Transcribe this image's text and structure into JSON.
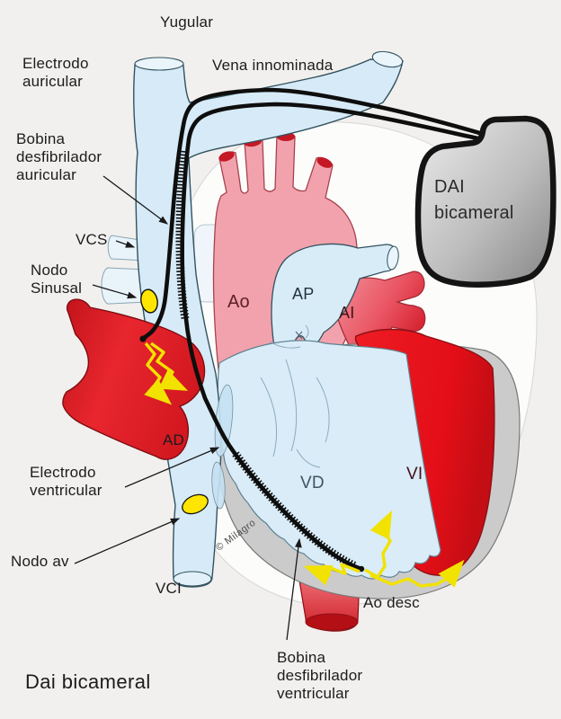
{
  "title": "Dai bicameral",
  "watermark": "© Milagro",
  "device": {
    "label": "DAI\nbicameral"
  },
  "labels": {
    "yugular": "Yugular",
    "vena_innominada": "Vena innominada",
    "electrodo_auricular": "Electrodo\nauricular",
    "bobina_auricular": "Bobina\ndesfibrilador\nauricular",
    "vcs": "VCS",
    "nodo_sinusal": "Nodo\nSinusal",
    "ad": "AD",
    "electrodo_ventricular": "Electrodo\nventricular",
    "nodo_av": "Nodo av",
    "vci": "VCI",
    "ao": "Ao",
    "ap": "AP",
    "ai": "AI",
    "vd": "VD",
    "vi": "VI",
    "ao_desc": "Ao desc",
    "bobina_ventricular": "Bobina\ndesfibrilador\nventricular",
    "dai_bicameral_title": "Dai bicameral"
  },
  "colors": {
    "background": "#f1f0ee",
    "vein_blue": "#d7eaf7",
    "vein_blue_light": "#e9f4fb",
    "chamber_blue": "#d9ecf8",
    "aorta_pink": "#f2a2ac",
    "red_bright": "#e51018",
    "red_dark": "#b50f16",
    "node_yellow": "#ffe500",
    "bolt_yellow": "#f2e200",
    "pericardium_gray": "#cbcbcb",
    "lead_black": "#0e0e0e"
  }
}
